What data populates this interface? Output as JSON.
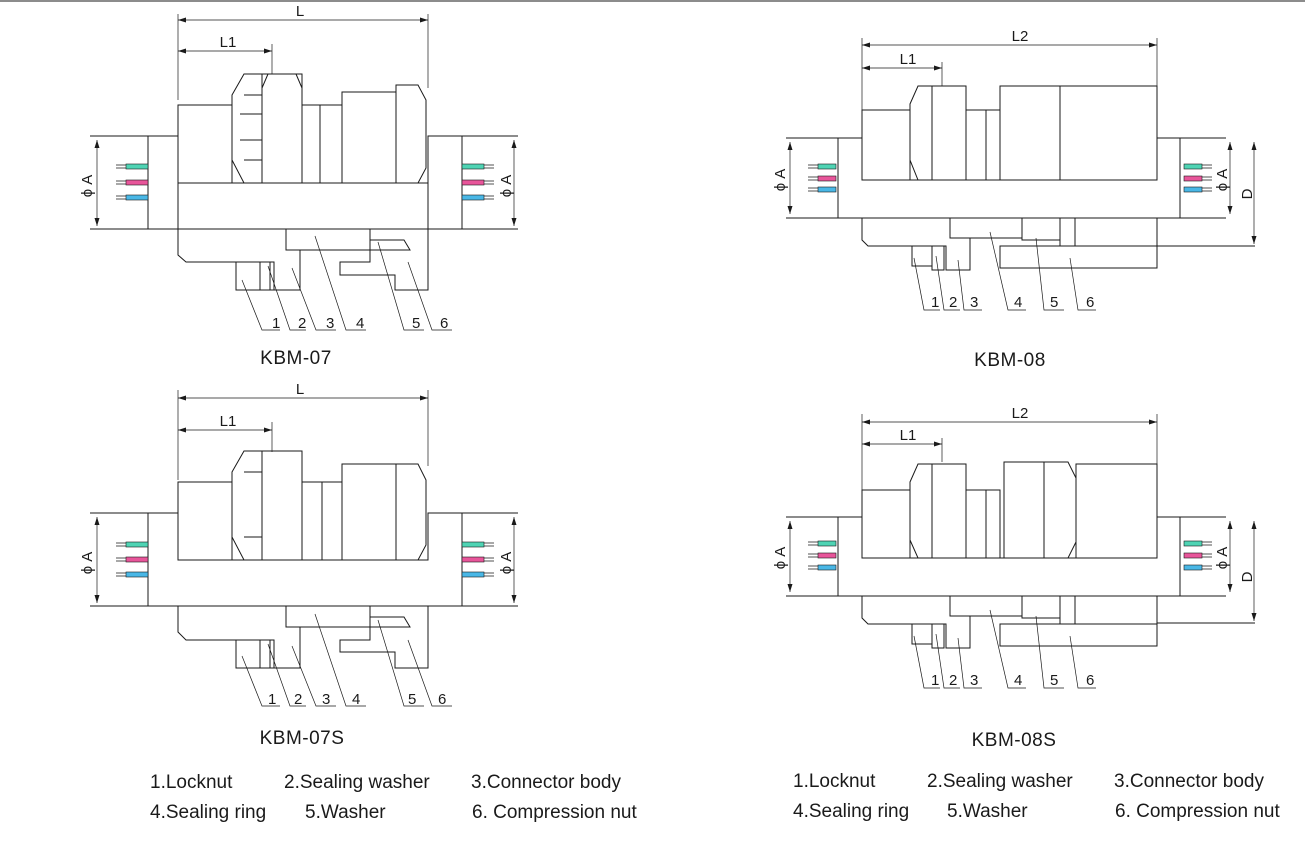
{
  "colors": {
    "wire_green": "#4fd4b4",
    "wire_pink": "#e8559a",
    "wire_blue": "#49b7e6",
    "ink": "#1a1a1a"
  },
  "dims": {
    "L": "L",
    "L1": "L1",
    "L2": "L2",
    "phiA": "ϕ A",
    "D": "D"
  },
  "parts_callout": [
    "1",
    "2",
    "3",
    "4",
    "5",
    "6"
  ],
  "figures": [
    {
      "id": "kbm07",
      "caption": "KBM-07"
    },
    {
      "id": "kbm08",
      "caption": "KBM-08"
    },
    {
      "id": "kbm07s",
      "caption": "KBM-07S"
    },
    {
      "id": "kbm08s",
      "caption": "KBM-08S"
    }
  ],
  "legend": {
    "left": [
      "1.Locknut",
      "2.Sealing washer",
      "3.Connector body",
      "4.Sealing ring",
      "5.Washer",
      "6. Compression nut"
    ],
    "right": [
      "1.Locknut",
      "2.Sealing washer",
      "3.Connector body",
      "4.Sealing ring",
      "5.Washer",
      "6. Compression nut"
    ]
  }
}
